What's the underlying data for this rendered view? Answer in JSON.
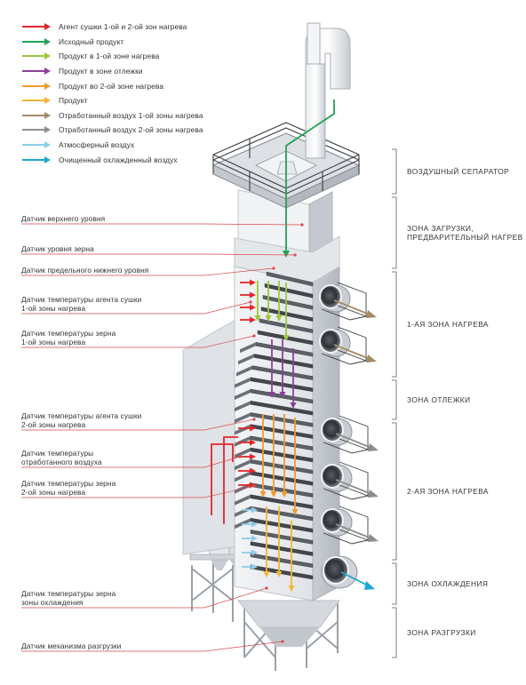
{
  "legend": [
    {
      "label": "Агент сушки 1-ой и 2-ой зон нагрева",
      "color": "#e2262a",
      "icon": "red-arrow-icon"
    },
    {
      "label": "Исходный продукт",
      "color": "#1ea354",
      "icon": "green-arrow-icon"
    },
    {
      "label": "Продукт в 1-ой зоне нагрева",
      "color": "#9cc83b",
      "icon": "light-green-arrow-icon"
    },
    {
      "label": "Продукт в зоне отлежки",
      "color": "#8e3f9a",
      "icon": "purple-arrow-icon"
    },
    {
      "label": "Продукт во 2-ой зоне нагрева",
      "color": "#f29a2e",
      "icon": "orange-arrow-icon"
    },
    {
      "label": "Продукт",
      "color": "#f5b52f",
      "icon": "yellow-arrow-icon"
    },
    {
      "label": "Отработанный воздух 1-ой зоны нагрева",
      "color": "#a58a63",
      "icon": "brown-arrow-icon"
    },
    {
      "label": "Отработанный воздух 2-ой зоны нагрева",
      "color": "#8d8d8d",
      "icon": "gray-arrow-icon"
    },
    {
      "label": "Атмосферный воздух",
      "color": "#8ccdea",
      "icon": "light-blue-arrow-icon"
    },
    {
      "label": "Очищенный охлажденный воздух",
      "color": "#1ba8d4",
      "icon": "blue-arrow-icon"
    }
  ],
  "sensors": [
    {
      "lines": [
        "Датчик верхнего уровня"
      ]
    },
    {
      "lines": [
        "Датчик уровня зерна"
      ]
    },
    {
      "lines": [
        "Датчик предельного нижнего уровня"
      ]
    },
    {
      "lines": [
        "Датчик температуры агента сушки",
        "1-ой зоны нагрева"
      ]
    },
    {
      "lines": [
        "Датчик температуры зерна",
        "1-ой зоны нагрева"
      ]
    },
    {
      "lines": [
        "Датчик температуры агента сушки",
        "2-ой зоны нагрева"
      ]
    },
    {
      "lines": [
        "Датчик температуры",
        "отработанного воздуха"
      ]
    },
    {
      "lines": [
        "Датчик температуры зерна",
        "2-ой зоны нагрева"
      ]
    },
    {
      "lines": [
        "Датчик температуры зерна",
        "зоны охлаждения"
      ]
    },
    {
      "lines": [
        "Датчик механизма разгрузки"
      ]
    }
  ],
  "zones": [
    {
      "lines": [
        "ВОЗДУШНЫЙ СЕПАРАТОР"
      ]
    },
    {
      "lines": [
        "ЗОНА ЗАГРУЗКИ,",
        "ПРЕДВАРИТЕЛЬНЫЙ НАГРЕВ"
      ]
    },
    {
      "lines": [
        "1-АЯ ЗОНА НАГРЕВА"
      ]
    },
    {
      "lines": [
        "ЗОНА ОТЛЕЖКИ"
      ]
    },
    {
      "lines": [
        "2-АЯ ЗОНА НАГРЕВА"
      ]
    },
    {
      "lines": [
        "ЗОНА ОХЛАЖДЕНИЯ"
      ]
    },
    {
      "lines": [
        "ЗОНА РАЗГРУЗКИ"
      ]
    }
  ],
  "colors": {
    "steel_light": "#eef0f3",
    "steel_mid": "#d3d7dd",
    "steel_dark": "#a9aeb6",
    "leader": "#d94a4f"
  }
}
